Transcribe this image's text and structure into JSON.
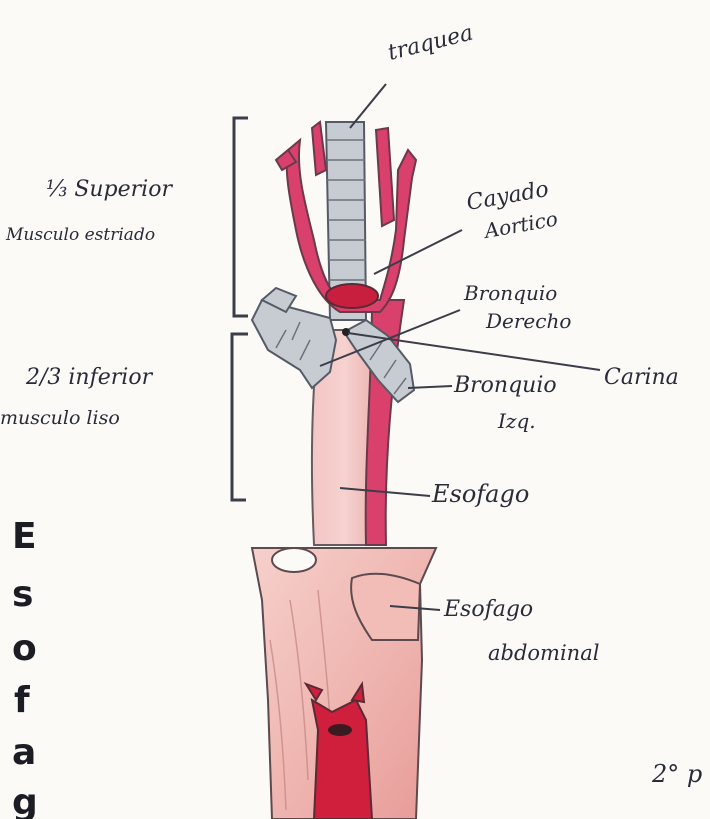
{
  "labels": {
    "traquea": "traquea",
    "superior_l1": "⅓ Superior",
    "superior_l2": "Musculo estriado",
    "cayado_l1": "Cayado",
    "cayado_l2": "Aortico",
    "bronquio_der_l1": "Bronquio",
    "bronquio_der_l2": "Derecho",
    "carina": "Carina",
    "inferior_l1": "2/3 inferior",
    "inferior_l2": "musculo liso",
    "bronquio_izq_l1": "Bronquio",
    "bronquio_izq_l2": "Izq.",
    "esofago": "Esofago",
    "esofago_abd_l1": "Esofago",
    "esofago_abd_l2": "abdominal"
  },
  "vertical_title": [
    "E",
    "s",
    "o",
    "f",
    "a",
    "g"
  ],
  "corner_note": "2° p",
  "colors": {
    "aorta": "#d9416c",
    "esophagus": "#f0bcbc",
    "trachea": "#c7ccd3",
    "diaphragm": "#f3c8c3",
    "stomach_red": "#cf1f3c",
    "ink": "#3b3d49"
  }
}
